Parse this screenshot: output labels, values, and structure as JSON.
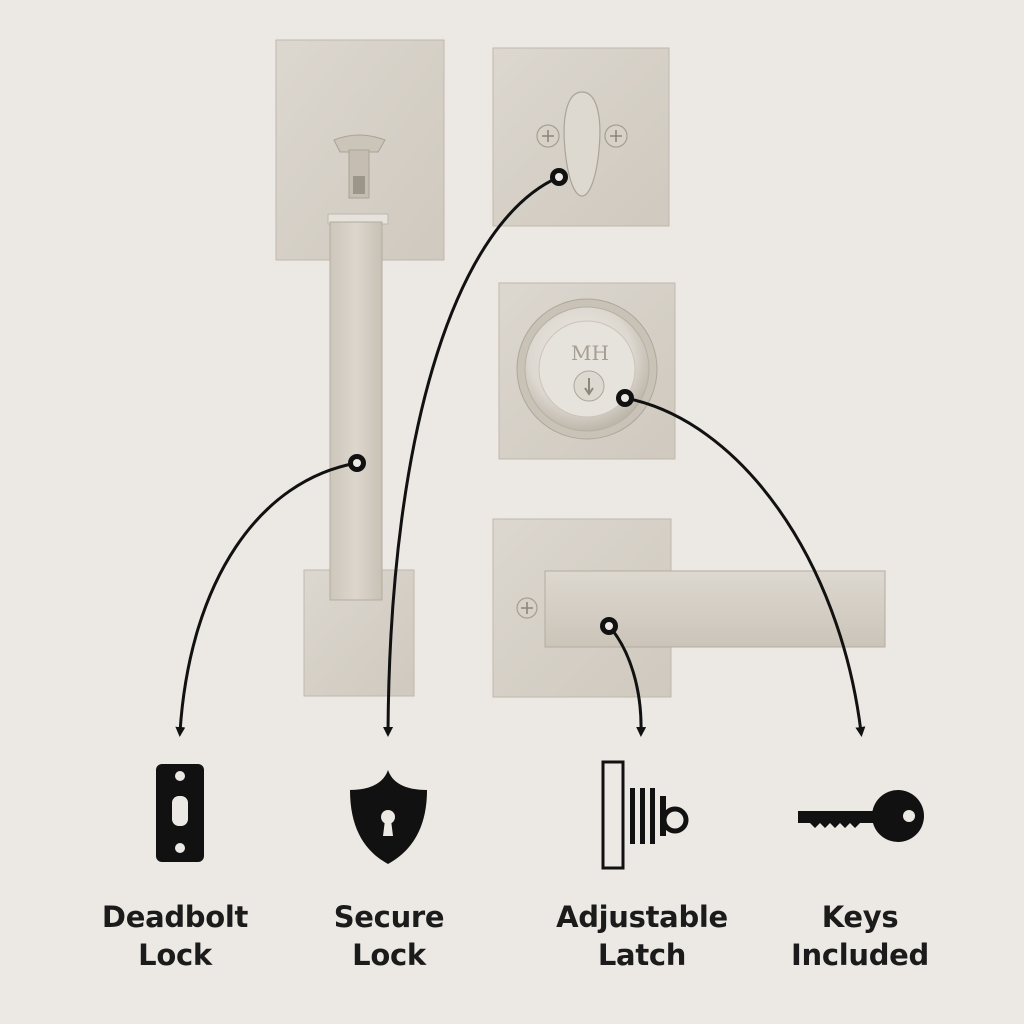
{
  "brand_mark": "MH",
  "colors": {
    "background": "#ece9e5",
    "metal": "#d5cfc6",
    "metal_dark": "#b9b2a7",
    "ink": "#111111"
  },
  "features": [
    {
      "line1": "Deadbolt",
      "line2": "Lock",
      "icon": "strike-plate-icon"
    },
    {
      "line1": "Secure",
      "line2": "Lock",
      "icon": "shield-keyhole-icon"
    },
    {
      "line1": "Adjustable",
      "line2": "Latch",
      "icon": "latch-icon"
    },
    {
      "line1": "Keys",
      "line2": "Included",
      "icon": "key-icon"
    }
  ]
}
